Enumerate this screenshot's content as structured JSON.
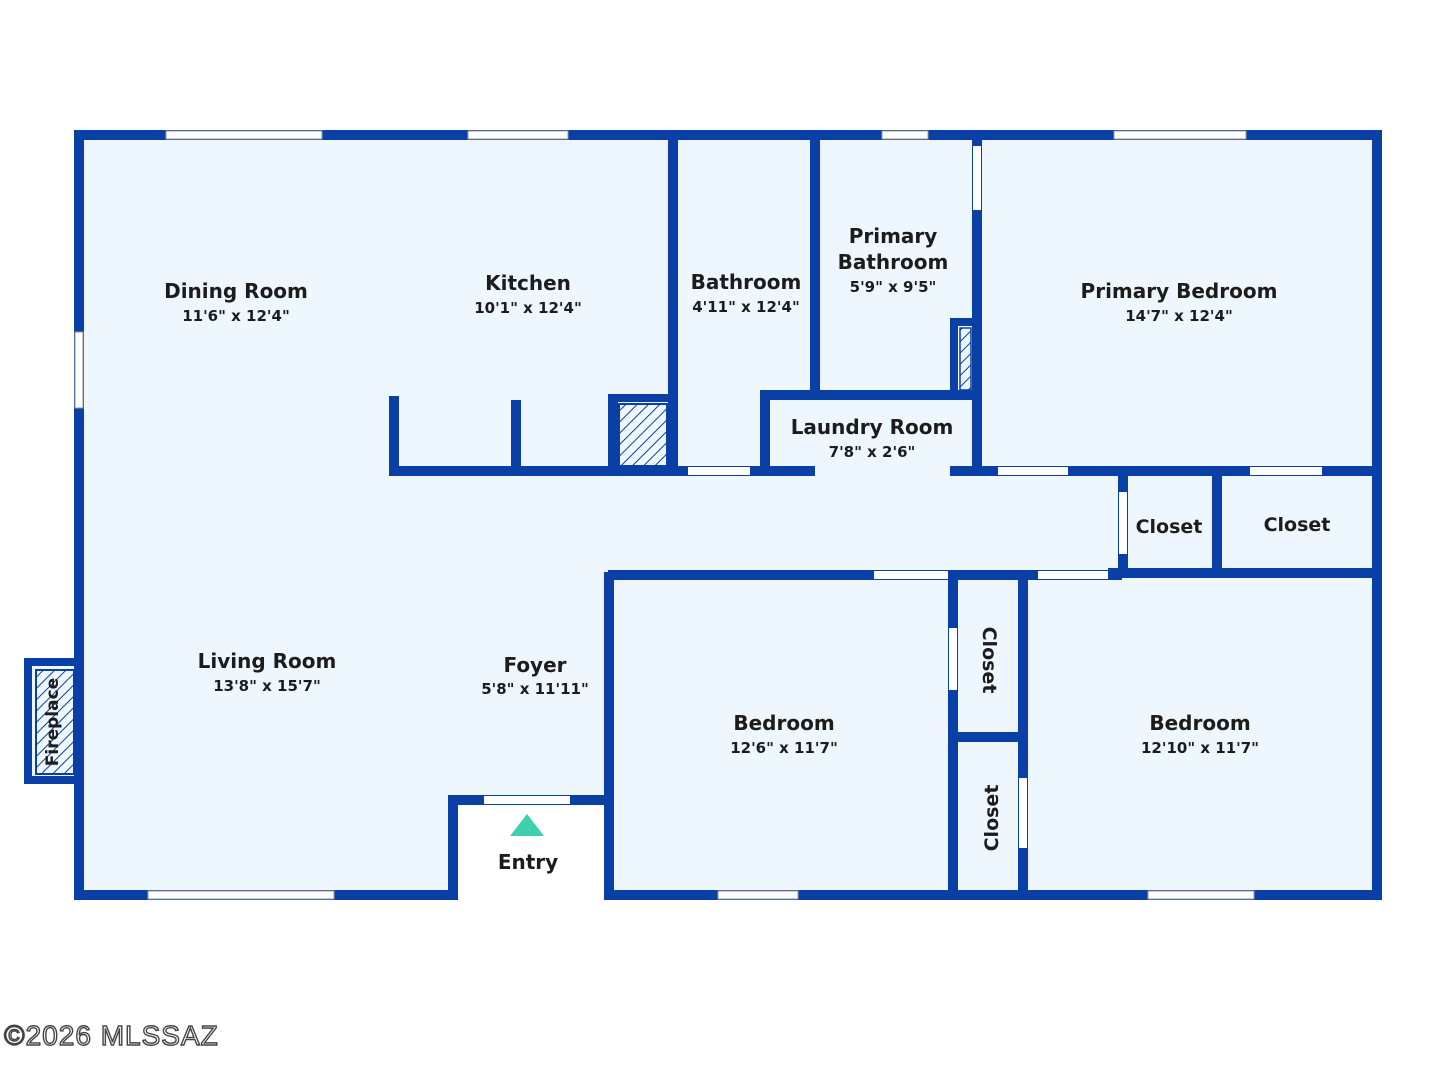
{
  "colors": {
    "wall": "#0a3fa6",
    "floor": "#eef7fd",
    "window": "#ffffff",
    "entry_arrow": "#3ecfae"
  },
  "rooms": {
    "dining": {
      "name": "Dining Room",
      "dims": "11'6\" x 12'4\""
    },
    "kitchen": {
      "name": "Kitchen",
      "dims": "10'1\" x 12'4\""
    },
    "bathroom": {
      "name": "Bathroom",
      "dims": "4'11\" x 12'4\""
    },
    "primary_bath": {
      "name_line1": "Primary",
      "name_line2": "Bathroom",
      "dims": "5'9\" x 9'5\""
    },
    "primary_bed": {
      "name": "Primary Bedroom",
      "dims": "14'7\" x 12'4\""
    },
    "laundry": {
      "name": "Laundry Room",
      "dims": "7'8\" x 2'6\""
    },
    "closet_a": {
      "name": "Closet"
    },
    "closet_b": {
      "name": "Closet"
    },
    "living": {
      "name": "Living Room",
      "dims": "13'8\" x 15'7\""
    },
    "foyer": {
      "name": "Foyer",
      "dims": "5'8\" x 11'11\""
    },
    "bedroom_1": {
      "name": "Bedroom",
      "dims": "12'6\" x 11'7\""
    },
    "closet_c": {
      "name": "Closet"
    },
    "closet_d": {
      "name": "Closet"
    },
    "bedroom_2": {
      "name": "Bedroom",
      "dims": "12'10\" x 11'7\""
    },
    "fireplace": {
      "name": "Fireplace"
    },
    "entry": {
      "name": "Entry"
    }
  },
  "copyright": "©2026 MLSSAZ"
}
